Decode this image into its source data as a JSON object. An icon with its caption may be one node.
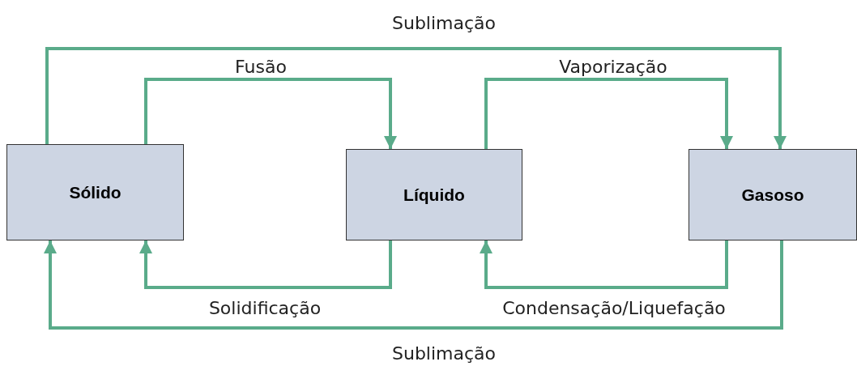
{
  "diagram": {
    "nodes": [
      {
        "text": [
          "Sólido"
        ]
      },
      {
        "text": [
          "Líquido"
        ]
      },
      {
        "text": [
          "Gasoso"
        ]
      }
    ],
    "edges": [
      {
        "from": 0,
        "to": 2,
        "arrow": "to",
        "label": "Sublimação"
      },
      {
        "from": 0,
        "to": 1,
        "arrow": "to",
        "label": "Fusão"
      },
      {
        "from": 1,
        "to": 2,
        "arrow": "to",
        "label": "Vaporização"
      },
      {
        "from": 1,
        "to": 0,
        "arrow": "to",
        "label": "Solidificação"
      },
      {
        "from": 2,
        "to": 1,
        "arrow": "to",
        "label": "Condensação/Liquefação"
      },
      {
        "from": 2,
        "to": 0,
        "arrow": "to",
        "label": "Sublimação"
      }
    ]
  }
}
